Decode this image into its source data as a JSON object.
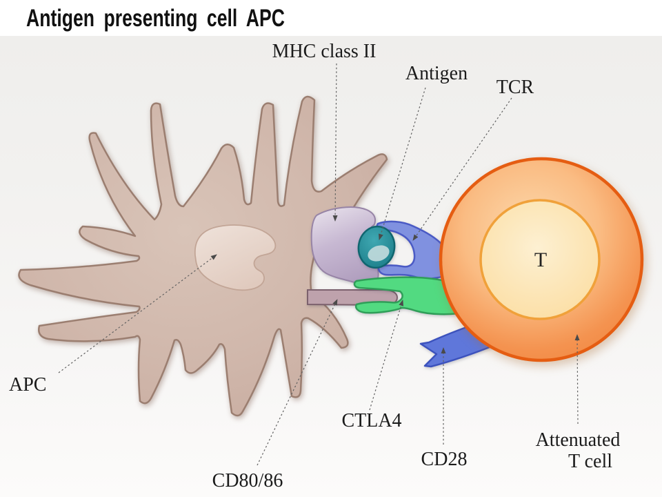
{
  "title": "Antigen presenting cell APC",
  "diagram": {
    "labels": {
      "mhc": "MHC class II",
      "antigen": "Antigen",
      "tcr": "TCR",
      "apc": "APC",
      "ctla4": "CTLA4",
      "cd28": "CD28",
      "cd80_86": "CD80/86",
      "attenuated_line1": "Attenuated",
      "attenuated_line2": "T cell",
      "t_nucleus": "T"
    },
    "colors": {
      "background": "#f1f0ee",
      "header_background": "#ffffff",
      "title_text": "#111111",
      "label_text": "#1b1b1b",
      "leader_line": "#606060",
      "apc_cell": "#cfb5a9",
      "apc_outline": "#9b7e70",
      "apc_nucleus": "#e9dad0",
      "mhc_class_ii": "#c2b1cd",
      "antigen": "#2a96a1",
      "tcr": "#8091e0",
      "ctla4": "#52da81",
      "cd80_86": "#bea2ac",
      "cd28": "#5f77da",
      "t_cell_fill": "#f5954f",
      "t_cell_border": "#e55d12",
      "t_cell_nucleus": "#fbe3ae"
    }
  }
}
